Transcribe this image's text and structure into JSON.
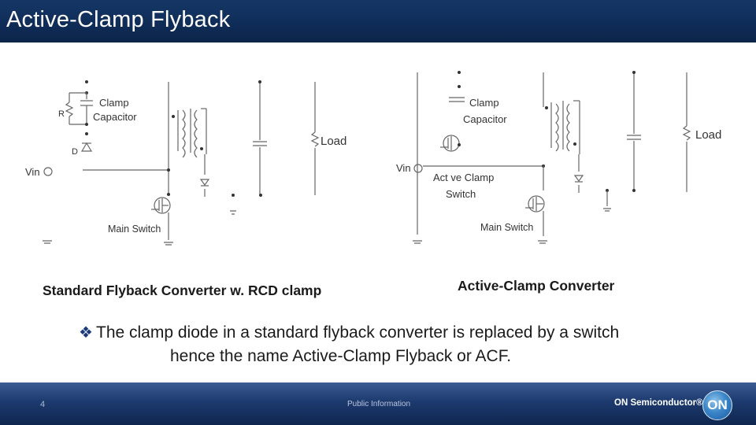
{
  "header": {
    "title": "Active-Clamp Flyback"
  },
  "diagram_left": {
    "clamp_label_1": "Clamp",
    "clamp_label_2": "Capacitor",
    "r_label": "R",
    "d_label": "D",
    "vin_label": "Vin",
    "load_label": "Load",
    "main_switch_label": "Main Switch",
    "caption": "Standard Flyback Converter w. RCD clamp"
  },
  "diagram_right": {
    "clamp_label_1": "Clamp",
    "clamp_label_2": "Capacitor",
    "vin_label": "Vin",
    "active_switch_label_1": "Act ve Clamp",
    "active_switch_label_2": "Switch",
    "load_label": "Load",
    "main_switch_label": "Main Switch",
    "caption": "Active-Clamp Converter"
  },
  "body": {
    "bullet_line_1": "The clamp diode in a standard flyback converter is replaced by a switch",
    "bullet_line_2": "hence the name Active-Clamp Flyback or ACF."
  },
  "footer": {
    "page_number": "4",
    "public_info": "Public Information",
    "brand": "ON Semiconductor®",
    "logo_text": "ON"
  },
  "colors": {
    "header_bg": "#0f2c57",
    "footer_bg": "#1d3a6e",
    "wire": "#555555"
  }
}
